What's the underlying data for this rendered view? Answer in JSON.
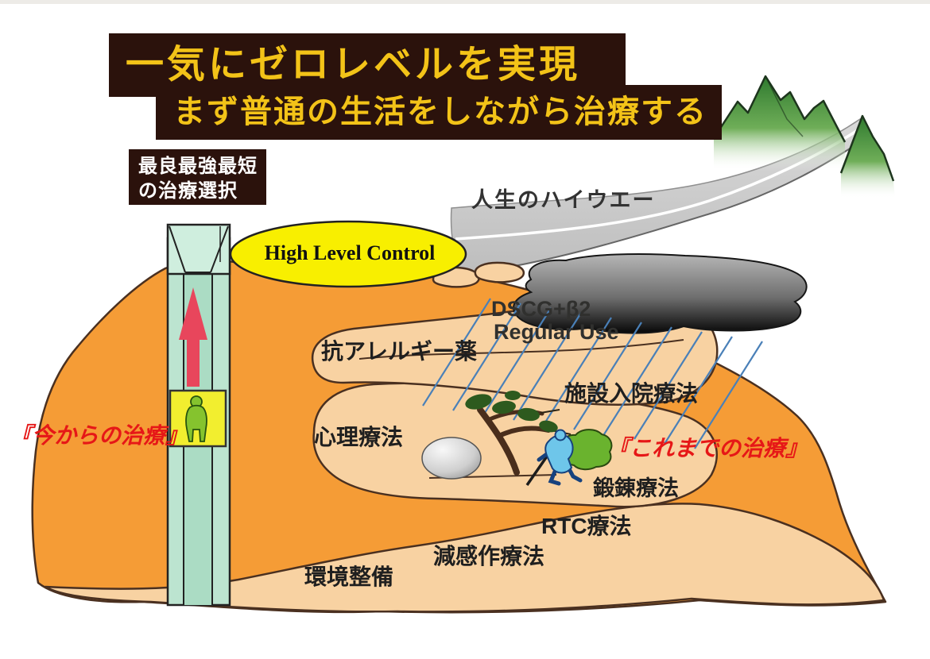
{
  "title": {
    "line1": "一気にゼロレベルを実現",
    "line2": "まず普通の生活をしながら治療する"
  },
  "selector_box": {
    "line1": "最良最強最短",
    "line2": "の治療選択"
  },
  "highway": {
    "label": "人生のハイウエー"
  },
  "control": {
    "label": "High Level Control"
  },
  "cloud_treatment": {
    "line1": "DSCG+β2",
    "line2": "Regular Use"
  },
  "path_labels": {
    "anti_allergy": "抗アレルギー薬",
    "hospitalization": "施設入院療法",
    "psychotherapy": "心理療法",
    "training": "鍛錬療法",
    "rtc": "RTC療法",
    "desensitization": "減感作療法",
    "environment": "環境整備"
  },
  "annotations": {
    "future": "『今からの治療』",
    "past": "『これまでの治療』"
  },
  "colors": {
    "title_bg": "#2b120c",
    "title_text": "#f3c318",
    "mountain": "#f59c36",
    "path": "#f8d2a2",
    "outline": "#4a3020",
    "ellipse": "#f8ef00",
    "elevator_shaft": "#bce4d0",
    "elevator_car": "#f2ee2f",
    "person_green": "#85c32e",
    "arrow_red": "#e8465c",
    "rain_blue": "#4a80b8",
    "highway_gray": "#cacaca",
    "red_text": "#e61717"
  }
}
